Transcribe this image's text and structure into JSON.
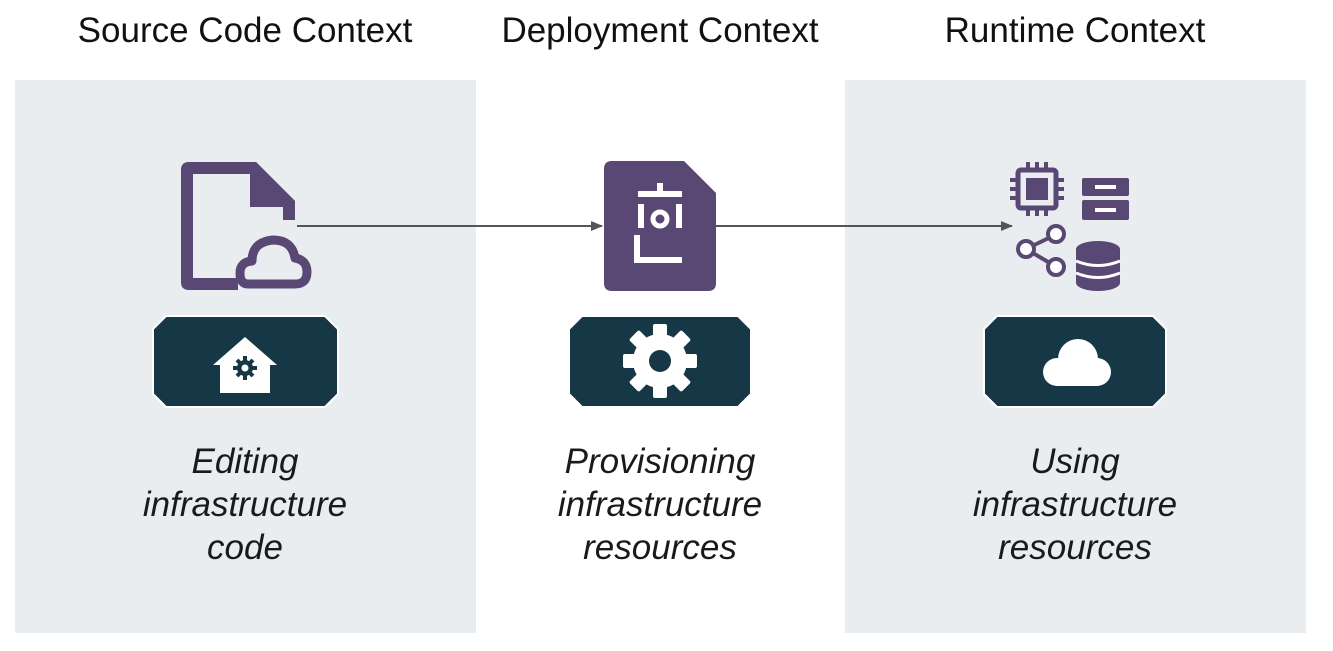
{
  "columns": [
    {
      "title": "Source Code Context",
      "caption": [
        "Editing",
        "infrastructure",
        "code"
      ],
      "icon": "cloud-code-file-icon",
      "badge_icon": "home-gear-icon"
    },
    {
      "title": "Deployment Context",
      "caption": [
        "Provisioning",
        "infrastructure",
        "resources"
      ],
      "icon": "deployment-package-icon",
      "badge_icon": "gear-icon"
    },
    {
      "title": "Runtime Context",
      "caption": [
        "Using",
        "infrastructure",
        "resources"
      ],
      "icon": "runtime-resources-icon",
      "badge_icon": "cloud-icon"
    }
  ],
  "colors": {
    "panel": "#eaedf0",
    "icon_purple": "#594774",
    "badge_dark": "#163746",
    "arrow": "#555555"
  }
}
